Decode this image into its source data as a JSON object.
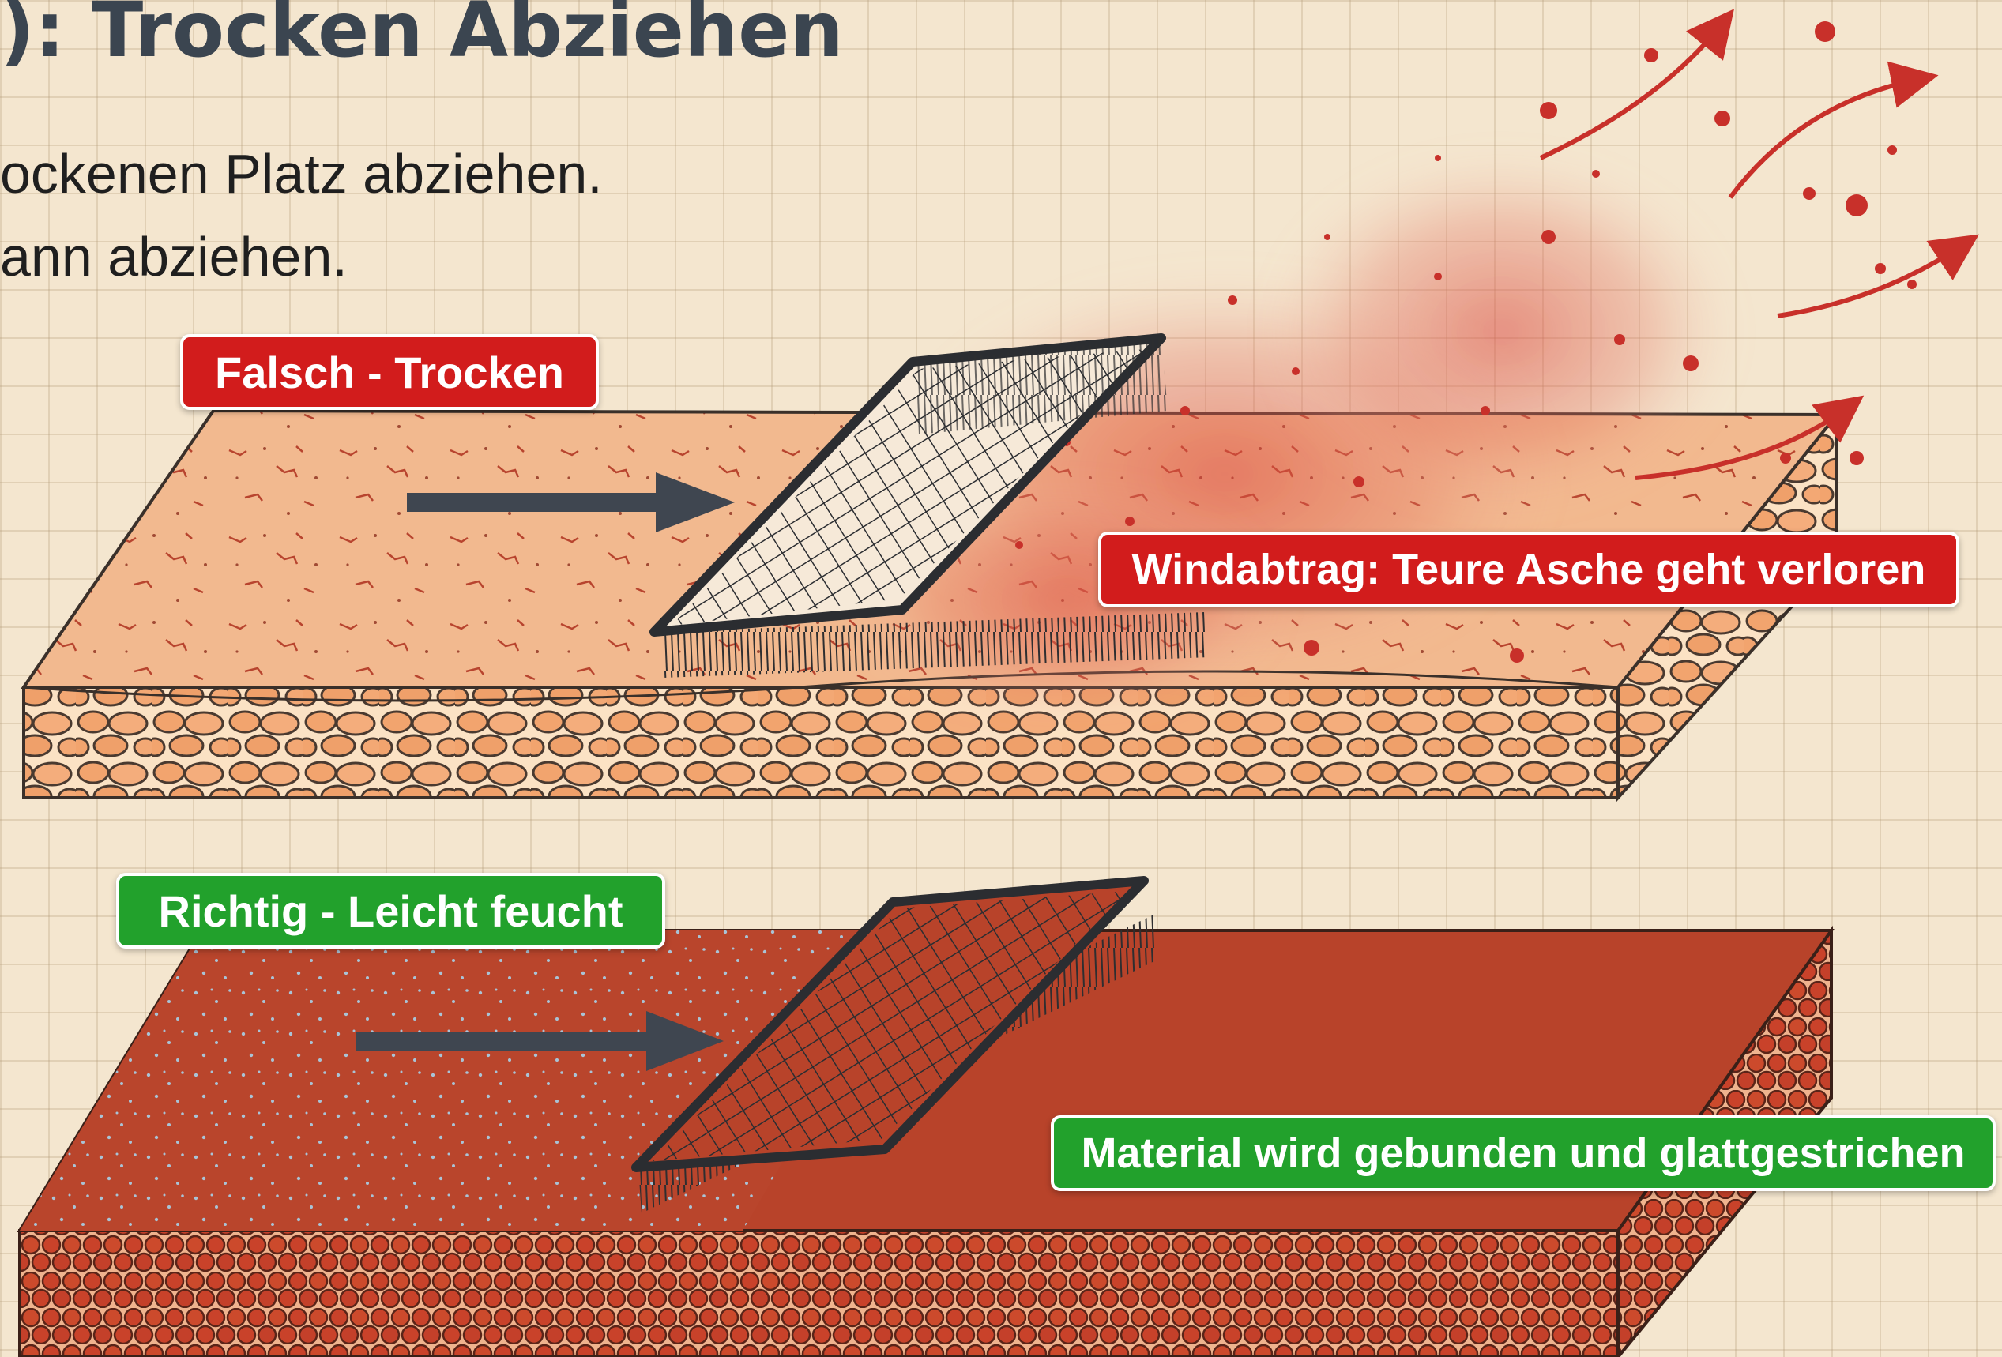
{
  "title": "): Trocken Abziehen",
  "instructions": [
    "ockenen Platz abziehen.",
    "ann abziehen."
  ],
  "labels": {
    "wrong": "Falsch - Trocken",
    "wind": "Windabtrag: Teure Asche geht verloren",
    "right": "Richtig - Leicht feucht",
    "bound": "Material wird gebunden und glattgestrichen"
  },
  "colors": {
    "wrong_badge": "#d21c1c",
    "right_badge": "#22a12c",
    "dry_surface": "#f2b98f",
    "wet_surface": "#b8432a",
    "dust": "#c8302a"
  }
}
